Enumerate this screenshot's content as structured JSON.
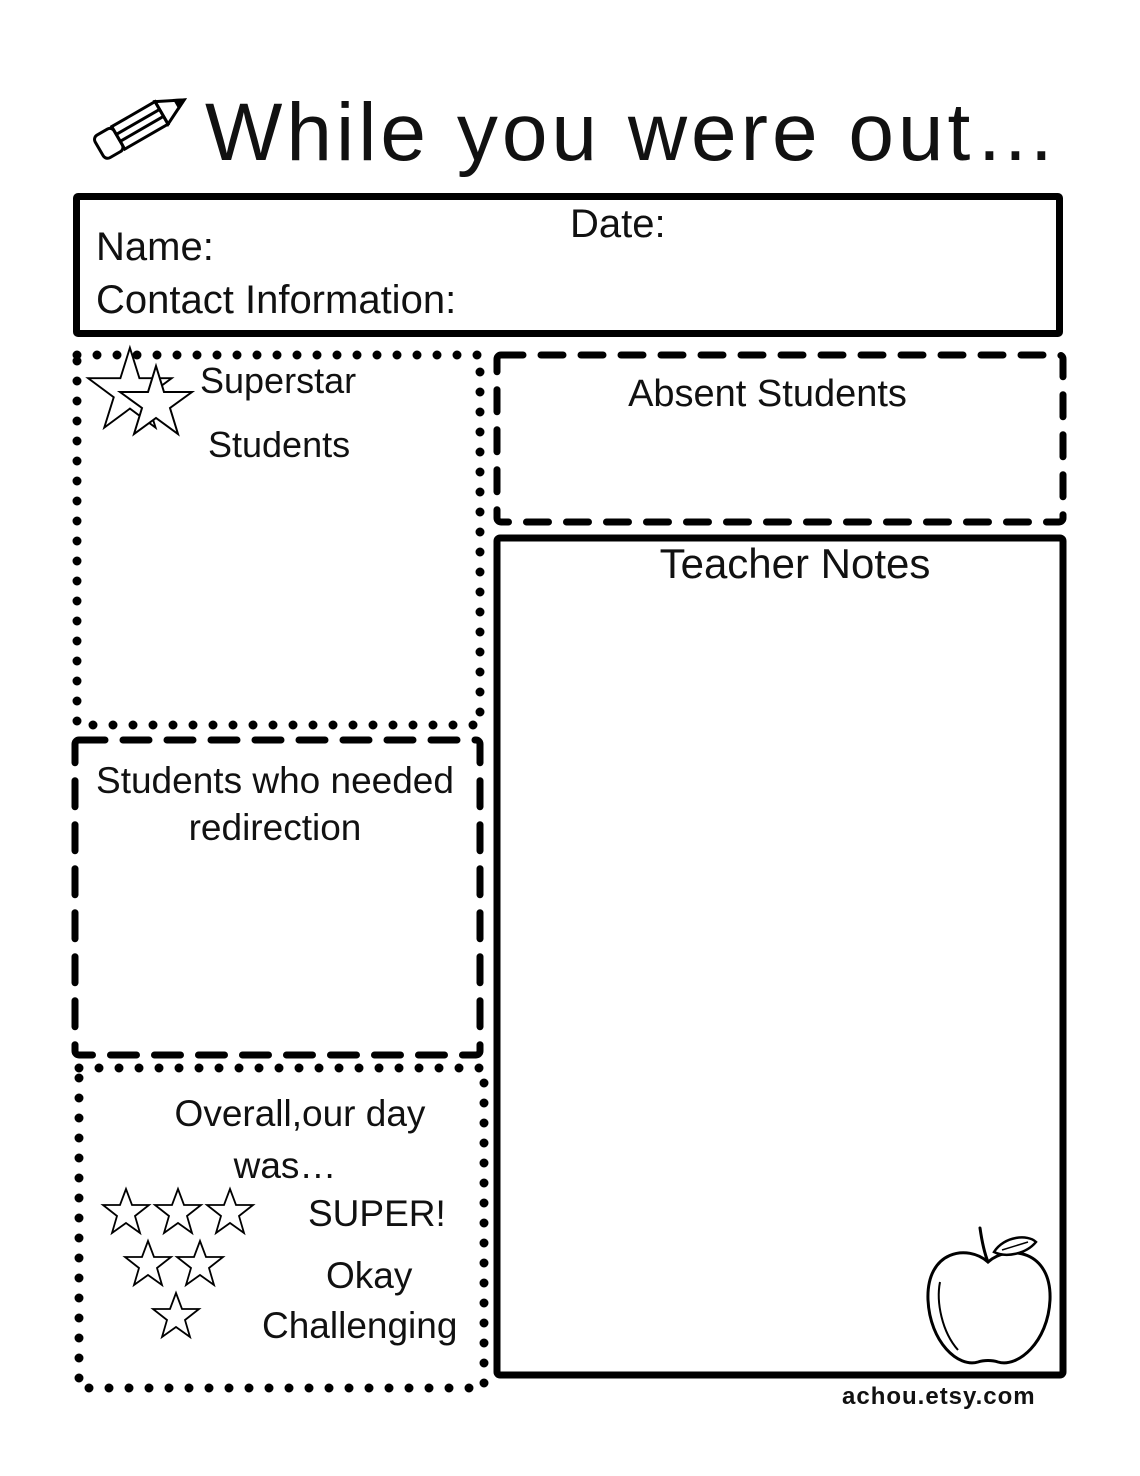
{
  "title": "While you were out…",
  "header": {
    "date_label": "Date:",
    "name_label": "Name:",
    "contact_label": "Contact Information:"
  },
  "sections": {
    "superstar_line1": "Superstar",
    "superstar_line2": "Students",
    "absent": "Absent Students",
    "teacher_notes": "Teacher Notes",
    "redirection": "Students who needed redirection",
    "overall_line1": "Overall,our day",
    "overall_line2": "was…"
  },
  "ratings": [
    {
      "label": "SUPER!",
      "stars": 3
    },
    {
      "label": "Okay",
      "stars": 2
    },
    {
      "label": "Challenging",
      "stars": 1
    }
  ],
  "footer": "achou.etsy.com",
  "icons": [
    "pencil-icon",
    "star-icon",
    "apple-icon"
  ]
}
